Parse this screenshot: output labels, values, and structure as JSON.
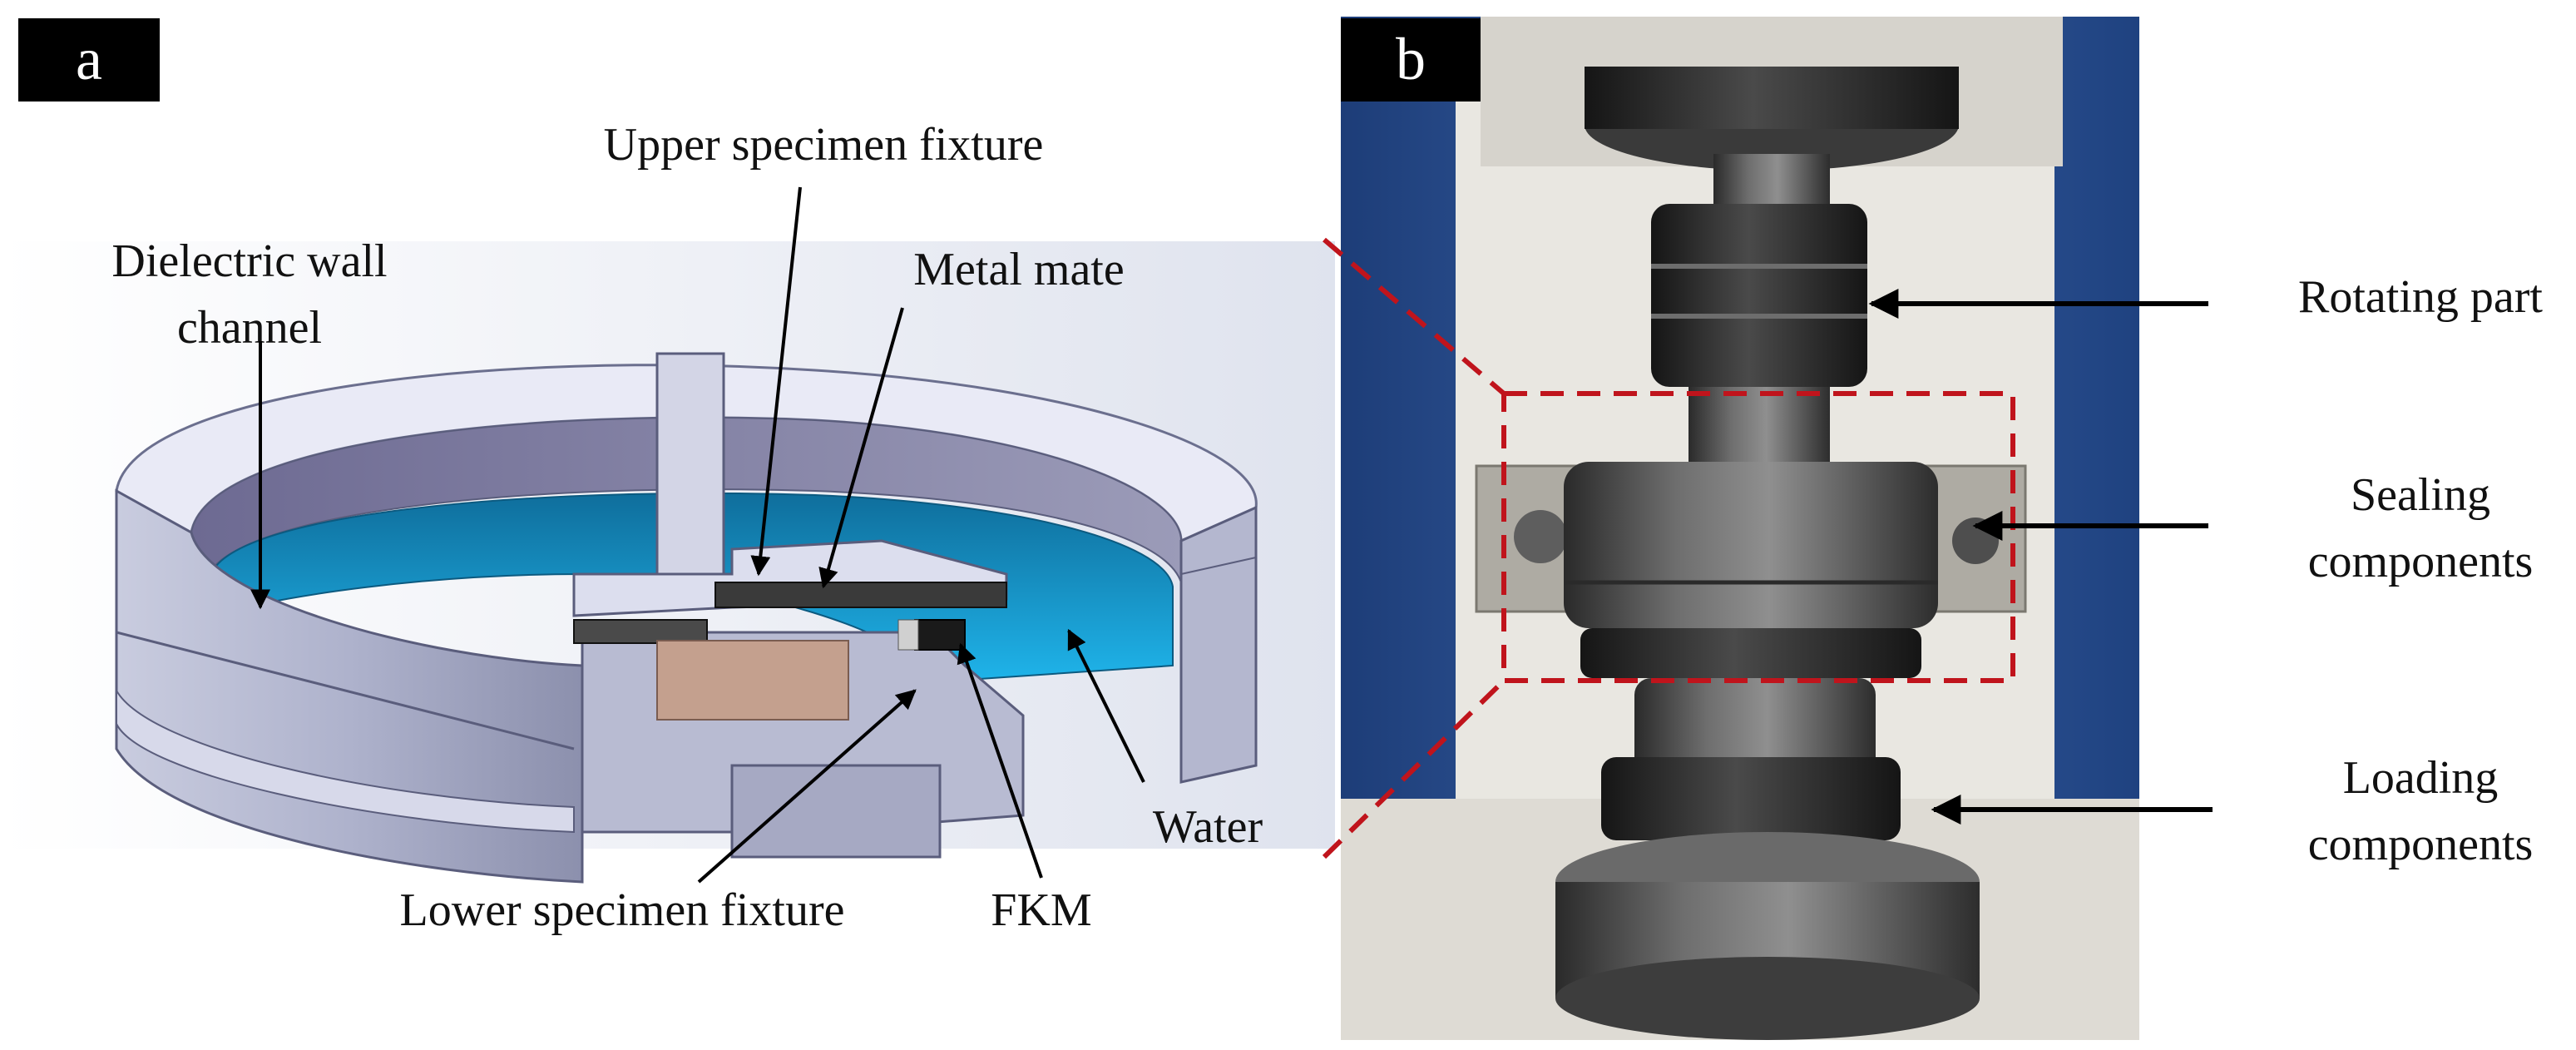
{
  "panels": {
    "a": {
      "tag": "a"
    },
    "b": {
      "tag": "b"
    }
  },
  "labels_a": {
    "upper_fixture": "Upper specimen fixture",
    "dielectric_line1": "Dielectric wall",
    "dielectric_line2": "channel",
    "metal_mate": "Metal mate",
    "water": "Water",
    "lower_fixture": "Lower specimen fixture",
    "fkm": "FKM"
  },
  "labels_b": {
    "rotating": "Rotating part",
    "sealing_line1": "Sealing",
    "sealing_line2": "components",
    "loading_line1": "Loading",
    "loading_line2": "components"
  },
  "colors": {
    "panel_tag_bg": "#000000",
    "callout_box": "#c0141c",
    "cabinet_blue": "#2c4f8c",
    "water": "#1aa3d9",
    "metal_steel": "#b9bdd6",
    "specimen_dark": "#3a3a3a",
    "specimen_copper": "#c4a08e"
  }
}
